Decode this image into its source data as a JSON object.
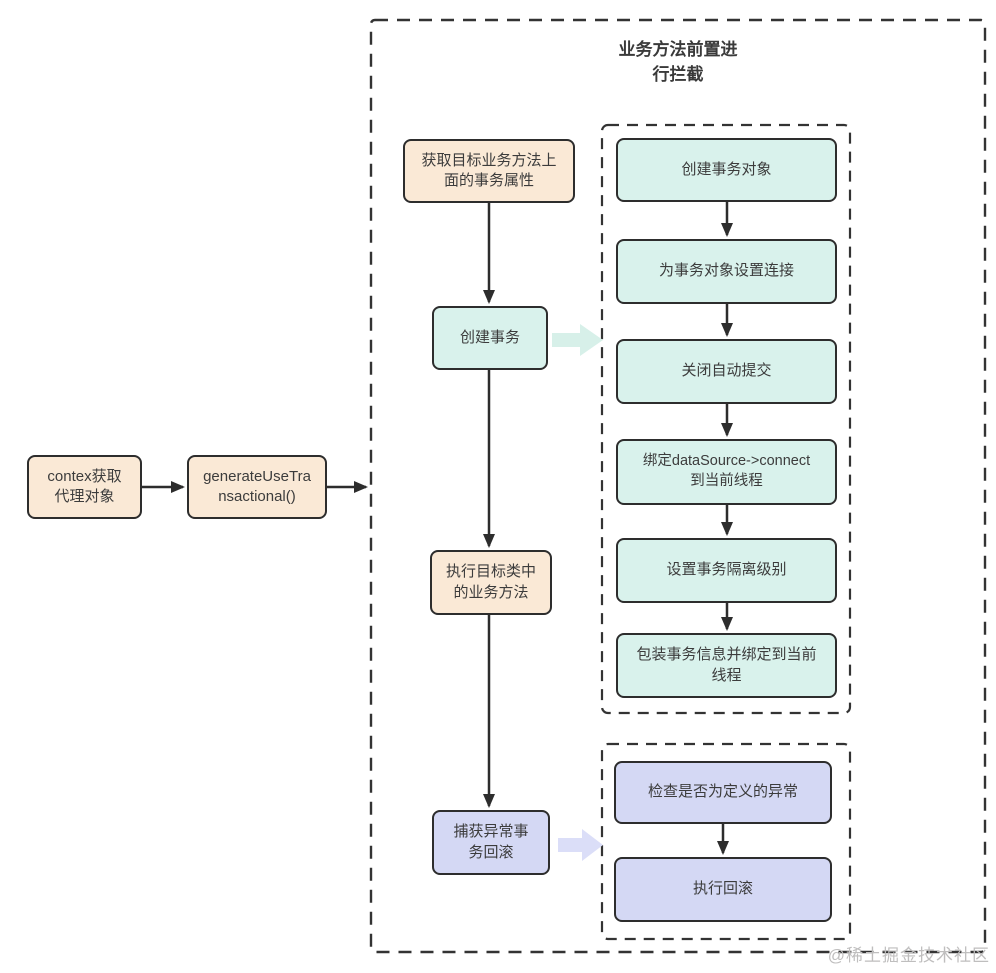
{
  "diagram": {
    "groups": {
      "intercept": {
        "title": "业务方法前置进\n行拦截"
      }
    },
    "nodes": {
      "contex": {
        "label": "contex获取\n代理对象"
      },
      "generate": {
        "label": "generateUseTra\nnsactional()"
      },
      "get_attrs": {
        "label": "获取目标业务方法上\n面的事务属性"
      },
      "create_tx": {
        "label": "创建事务"
      },
      "exec_method": {
        "label": "执行目标类中\n的业务方法"
      },
      "catch_rollback": {
        "label": "捕获异常事\n务回滚"
      },
      "tx_steps": [
        {
          "label": "创建事务对象"
        },
        {
          "label": "为事务对象设置连接"
        },
        {
          "label": "关闭自动提交"
        },
        {
          "label": "绑定dataSource->connect\n到当前线程"
        },
        {
          "label": "设置事务隔离级别"
        },
        {
          "label": "包装事务信息并绑定到当前\n线程"
        }
      ],
      "rollback_steps": [
        {
          "label": "检查是否为定义的异常"
        },
        {
          "label": "执行回滚"
        }
      ]
    },
    "colors": {
      "peach": "#fae9d6",
      "teal": "#d9f2ec",
      "lavender": "#d4d8f4",
      "node_border": "#2d2d2d",
      "group_border": "#333333",
      "block_arrow_teal": "#d7f0e9",
      "block_arrow_lavender": "#dbdef8"
    },
    "watermark": "@稀土掘金技术社区"
  }
}
